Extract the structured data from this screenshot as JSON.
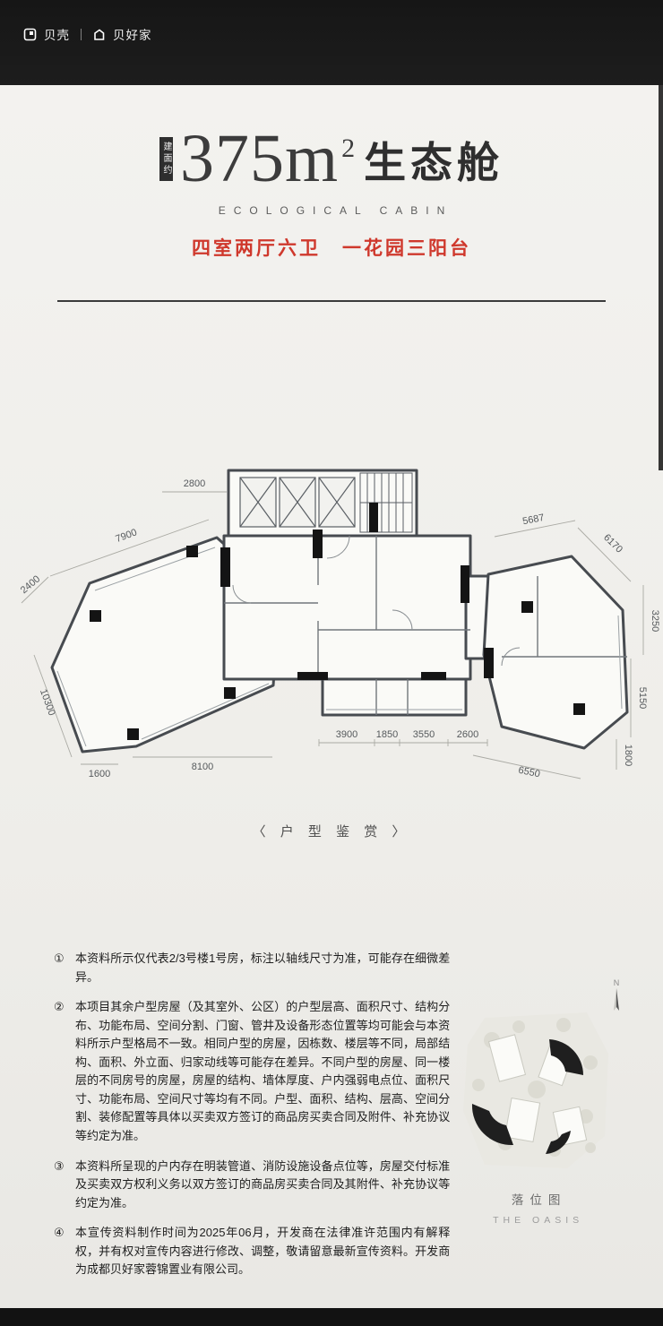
{
  "colors": {
    "accent_red": "#cf382c",
    "bg_dark": "#151515",
    "bg_light": "#f0efec",
    "wall": "#474b50"
  },
  "header": {
    "brand1": "贝壳",
    "brand2": "贝好家"
  },
  "hero": {
    "badge": "建面约",
    "area_number": "375m",
    "area_sup": "2",
    "area_name": "生态舱",
    "subtitle_en": "ECOLOGICAL CABIN",
    "tagline": "四室两厅六卫　一花园三阳台"
  },
  "floorplan": {
    "caption": "〈 户 型 鉴 赏 〉",
    "dims": [
      "2800",
      "7900",
      "2400",
      "5687",
      "6170",
      "3250",
      "5150",
      "1800",
      "10300",
      "1600",
      "8100",
      "3900",
      "1850",
      "3550",
      "2600",
      "6550"
    ]
  },
  "notes": {
    "items": [
      {
        "num": "①",
        "text": "本资料所示仅代表2/3号楼1号房，标注以轴线尺寸为准，可能存在细微差异。"
      },
      {
        "num": "②",
        "text": "本项目其余户型房屋（及其室外、公区）的户型层高、面积尺寸、结构分布、功能布局、空间分割、门窗、管井及设备形态位置等均可能会与本资料所示户型格局不一致。相同户型的房屋，因栋数、楼层等不同，局部结构、面积、外立面、归家动线等可能存在差异。不同户型的房屋、同一楼层的不同房号的房屋，房屋的结构、墙体厚度、户内强弱电点位、面积尺寸、功能布局、空间尺寸等均有不同。户型、面积、结构、层高、空间分割、装修配置等具体以买卖双方签订的商品房买卖合同及附件、补充协议等约定为准。"
      },
      {
        "num": "③",
        "text": "本资料所呈现的户内存在明装管道、消防设施设备点位等，房屋交付标准及买卖双方权利义务以双方签订的商品房买卖合同及其附件、补充协议等约定为准。"
      },
      {
        "num": "④",
        "text": "本宣传资料制作时间为2025年06月，开发商在法律准许范围内有解释权，并有权对宣传内容进行修改、调整，敬请留意最新宣传资料。开发商为成都贝好家蓉锦置业有限公司。"
      }
    ]
  },
  "sitemap": {
    "label_cn": "落位图",
    "label_en": "THE OASIS",
    "compass": "N"
  }
}
